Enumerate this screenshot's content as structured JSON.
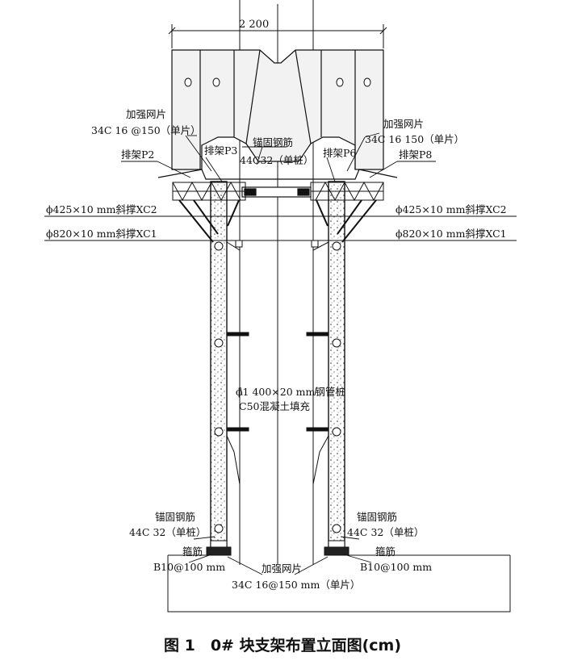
{
  "dimension_top": "2 200",
  "labels": {
    "reinforce_mesh_left_title": "加强网片",
    "reinforce_mesh_left_spec": "34C 16 @150（单片）",
    "reinforce_mesh_right_title": "加强网片",
    "reinforce_mesh_right_spec": "34C 16 150（单片）",
    "anchor_top_title": "锚固钢筋",
    "anchor_top_spec": "44C32（单桩）",
    "rack_p2": "排架P2",
    "rack_p3": "排架P3",
    "rack_p6": "排架P6",
    "rack_p8": "排架P8",
    "brace_xc2_left": "ϕ425×10 mm斜撑XC2",
    "brace_xc2_right": "ϕ425×10 mm斜撑XC2",
    "brace_xc1_left": "ϕ820×10 mm斜撑XC1",
    "brace_xc1_right": "ϕ820×10 mm斜撑XC1",
    "pile_spec_line1": "ϕ1 400×20 mm钢管桩",
    "pile_spec_line2": "C50混凝土填充",
    "anchor_left_title": "锚固钢筋",
    "anchor_left_spec": "44C 32（单桩）",
    "anchor_right_title": "锚固钢筋",
    "anchor_right_spec": "44C 32（单桩）",
    "stirrup_left_title": "箍筋",
    "stirrup_left_spec": "B10@100 mm",
    "stirrup_right_title": "箍筋",
    "stirrup_right_spec": "B10@100 mm",
    "mesh_bottom_title": "加强网片",
    "mesh_bottom_spec": "34C 16@150 mm（单片）"
  },
  "caption": "图 1　0# 块支架布置立面图(cm)"
}
